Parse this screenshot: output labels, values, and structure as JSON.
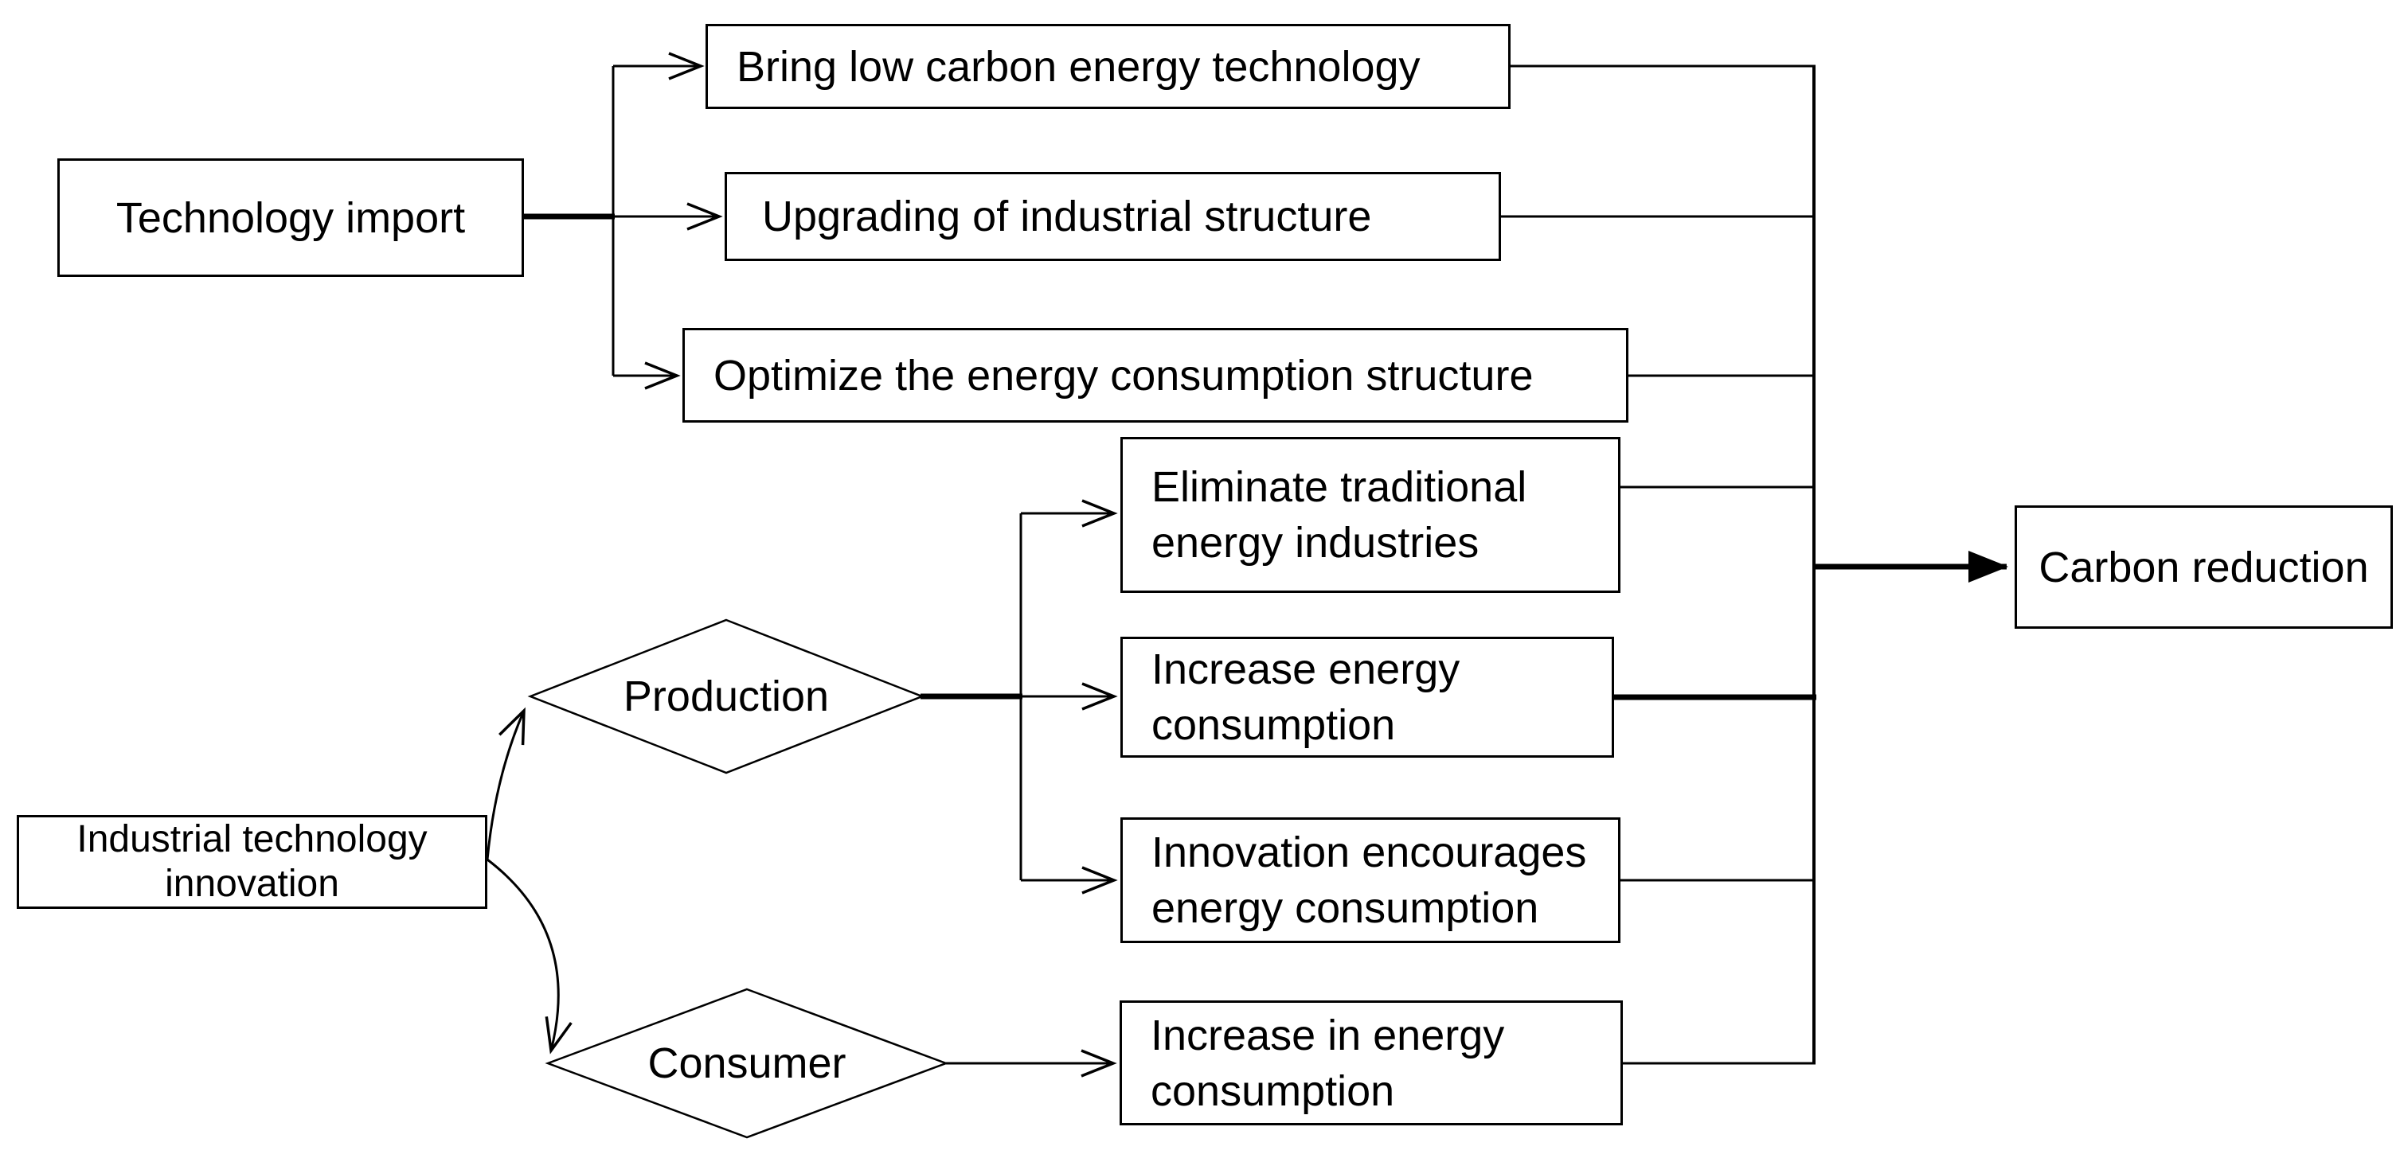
{
  "figure": {
    "background_color": "#ffffff",
    "stroke_color": "#000000",
    "nodes": {
      "technology_import": {
        "shape": "rect",
        "label": "Technology import"
      },
      "bring_low_carbon": {
        "shape": "rect",
        "label": "Bring low carbon energy technology"
      },
      "upgrading_industrial": {
        "shape": "rect",
        "label": "Upgrading of industrial structure"
      },
      "optimize_energy": {
        "shape": "rect",
        "label": "Optimize the energy consumption structure"
      },
      "eliminate_traditional": {
        "shape": "rect",
        "line1": "Eliminate traditional",
        "line2": "energy industries"
      },
      "increase_energy": {
        "shape": "rect",
        "line1": "Increase energy",
        "line2": "consumption"
      },
      "innovation_encourages": {
        "shape": "rect",
        "line1": "Innovation encourages",
        "line2": "energy consumption"
      },
      "increase_in_energy": {
        "shape": "rect",
        "line1": "Increase in energy",
        "line2": "consumption"
      },
      "industrial_innovation": {
        "shape": "rect",
        "line1": "Industrial technology",
        "line2": "innovation"
      },
      "production": {
        "shape": "diamond",
        "label": "Production"
      },
      "consumer": {
        "shape": "diamond",
        "label": "Consumer"
      },
      "carbon_reduction": {
        "shape": "rect",
        "label": "Carbon reduction"
      }
    },
    "edges": [
      {
        "from": "technology_import",
        "to": "bring_low_carbon",
        "arrow": "open"
      },
      {
        "from": "technology_import",
        "to": "upgrading_industrial",
        "arrow": "open"
      },
      {
        "from": "technology_import",
        "to": "optimize_energy",
        "arrow": "open"
      },
      {
        "from": "industrial_innovation",
        "to": "production",
        "arrow": "open"
      },
      {
        "from": "industrial_innovation",
        "to": "consumer",
        "arrow": "open"
      },
      {
        "from": "production",
        "to": "eliminate_traditional",
        "arrow": "open"
      },
      {
        "from": "production",
        "to": "increase_energy",
        "arrow": "open"
      },
      {
        "from": "production",
        "to": "innovation_encourages",
        "arrow": "open"
      },
      {
        "from": "consumer",
        "to": "increase_in_energy",
        "arrow": "open"
      },
      {
        "from": "bring_low_carbon",
        "to": "carbon_reduction",
        "arrow": "none-join"
      },
      {
        "from": "upgrading_industrial",
        "to": "carbon_reduction",
        "arrow": "none-join"
      },
      {
        "from": "optimize_energy",
        "to": "carbon_reduction",
        "arrow": "none-join"
      },
      {
        "from": "eliminate_traditional",
        "to": "carbon_reduction",
        "arrow": "none-join"
      },
      {
        "from": "increase_energy",
        "to": "carbon_reduction",
        "arrow": "none-join"
      },
      {
        "from": "innovation_encourages",
        "to": "carbon_reduction",
        "arrow": "none-join"
      },
      {
        "from": "increase_in_energy",
        "to": "carbon_reduction",
        "arrow": "solid"
      }
    ]
  }
}
